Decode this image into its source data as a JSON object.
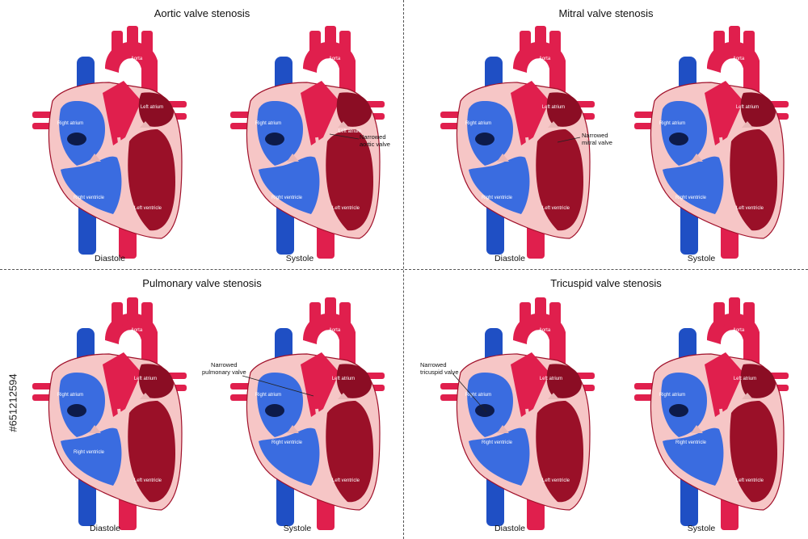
{
  "panels": [
    {
      "title": "Aortic valve stenosis",
      "left_phase": "Diastole",
      "right_phase": "Systole",
      "callout": "Narrowed\naortic valve"
    },
    {
      "title": "Mitral valve stenosis",
      "left_phase": "Diastole",
      "right_phase": "Systole",
      "callout": "Narrowed\nmitral valve"
    },
    {
      "title": "Pulmonary valve stenosis",
      "left_phase": "Diastole",
      "right_phase": "Systole",
      "callout": "Narrowed\npulmonary valve"
    },
    {
      "title": "Tricuspid valve stenosis",
      "left_phase": "Diastole",
      "right_phase": "Systole",
      "callout": "Narrowed\ntricuspid valve"
    }
  ],
  "labels": {
    "aorta": "Aorta",
    "right_atrium": "Right atrium",
    "left_atrium": "Left atrium",
    "right_ventricle": "Right ventricle",
    "left_ventricle": "Left ventricle"
  },
  "stock_id": "#651212594",
  "colors": {
    "blue": "#2e5fd6",
    "red": "#e01f4d",
    "dark_red": "#a0102a",
    "pink": "#f6c6c6"
  }
}
